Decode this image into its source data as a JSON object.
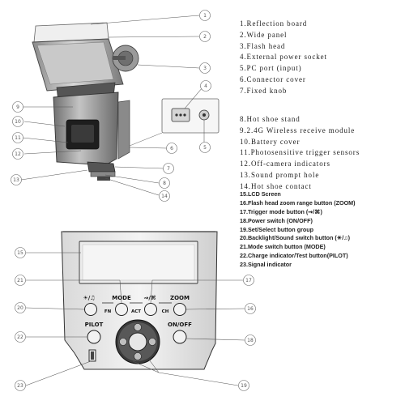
{
  "legend": [
    {
      "num": "1",
      "label": "1.Reflection board"
    },
    {
      "num": "2",
      "label": "2.Wide panel"
    },
    {
      "num": "3",
      "label": "3.Flash head"
    },
    {
      "num": "4",
      "label": "4.External power socket"
    },
    {
      "num": "5",
      "label": "5.PC port (input)"
    },
    {
      "num": "6",
      "label": "6.Connector cover"
    },
    {
      "num": "7",
      "label": "7.Fixed knob"
    },
    {
      "num": "8",
      "label": "8.Hot shoe stand"
    },
    {
      "num": "9",
      "label": "9.2.4G Wireless receive module"
    },
    {
      "num": "10",
      "label": "10.Battery cover"
    },
    {
      "num": "11",
      "label": "11.Photosensitive trigger sensors"
    },
    {
      "num": "12",
      "label": "12.Off-camera indicators"
    },
    {
      "num": "13",
      "label": "13.Sound prompt hole"
    },
    {
      "num": "14",
      "label": "14.Hot shoe contact"
    },
    {
      "num": "15",
      "label": "15.LCD Screen"
    },
    {
      "num": "16",
      "label": "16.Flash head zoom range button (ZOOM)"
    },
    {
      "num": "17",
      "label": "17.Trigger mode button (⇝/⌘)"
    },
    {
      "num": "18",
      "label": "18.Power switch (ON/OFF)"
    },
    {
      "num": "19",
      "label": "19.Set/Select button group"
    },
    {
      "num": "20",
      "label": "20.Backlight/Sound switch button (☀/♫)"
    },
    {
      "num": "21",
      "label": "21.Mode switch button (MODE)"
    },
    {
      "num": "22",
      "label": "22.Charge indicator/Test button(PILOT)"
    },
    {
      "num": "23",
      "label": "23.Signal indicator"
    }
  ],
  "panel_labels": {
    "backlight_sound": "☀/♫",
    "fn": "FN",
    "mode": "MODE",
    "trigger": "⇝/⌘",
    "act": "ACT",
    "zoom": "ZOOM",
    "ch": "CH",
    "pilot": "PILOT",
    "on_off": "ON/OFF"
  },
  "colors": {
    "line": "#333333",
    "callout_circle": "#555555"
  }
}
